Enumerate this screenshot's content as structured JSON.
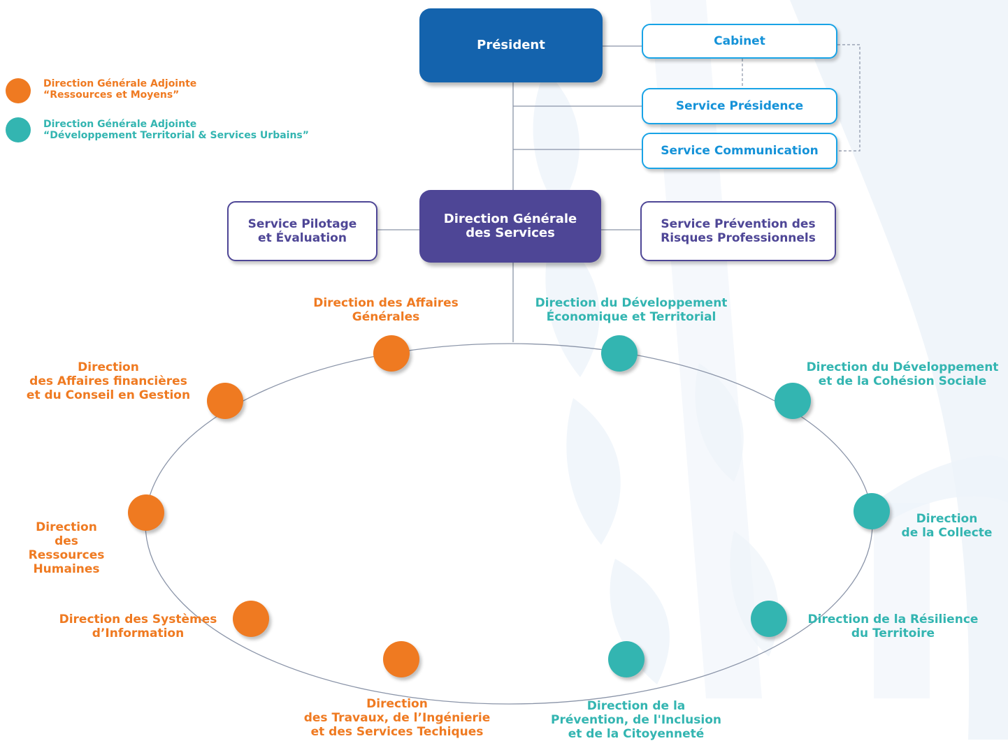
{
  "colors": {
    "president": "#1463ad",
    "dgs": "#4e4696",
    "cabinet_outline": "#18a3e6",
    "orange": "#ef7a21",
    "teal": "#33b5b1",
    "connector": "#8a94a8",
    "watermark": "#eef4fa"
  },
  "legend": [
    {
      "color": "orange",
      "text": "Direction Générale Adjointe\n“Ressources et Moyens”"
    },
    {
      "color": "teal",
      "text": "Direction Générale Adjointe\n“Développement Territorial & Services Urbains”"
    }
  ],
  "top": {
    "president": "Président",
    "cabinet": "Cabinet",
    "service_presidence": "Service Présidence",
    "service_communication": "Service Communication"
  },
  "middle": {
    "dgs": "Direction Générale\ndes Services",
    "pilotage": "Service Pilotage\net Évaluation",
    "prevention": "Service Prévention des\nRisques Professionnels"
  },
  "directions": [
    {
      "id": "affaires-generales",
      "color": "orange",
      "label": "Direction des Affaires\nGénérales"
    },
    {
      "id": "affaires-financieres",
      "color": "orange",
      "label": "Direction\ndes Affaires financières\net du Conseil en Gestion"
    },
    {
      "id": "ressources-humaines",
      "color": "orange",
      "label": "Direction\ndes Ressources\nHumaines"
    },
    {
      "id": "systemes-information",
      "color": "orange",
      "label": "Direction des Systèmes\nd’Information"
    },
    {
      "id": "travaux",
      "color": "orange",
      "label": "Direction\ndes Travaux, de l’Ingénierie\net des Services Techiques"
    },
    {
      "id": "prevention-inclusion",
      "color": "teal",
      "label": "Direction de la\nPrévention, de l'Inclusion\net de la Citoyenneté"
    },
    {
      "id": "resilience",
      "color": "teal",
      "label": "Direction de la Résilience\ndu Territoire"
    },
    {
      "id": "collecte",
      "color": "teal",
      "label": "Direction\nde la Collecte"
    },
    {
      "id": "cohesion-sociale",
      "color": "teal",
      "label": "Direction du Développement\net de la Cohésion Sociale"
    },
    {
      "id": "developpement-economique",
      "color": "teal",
      "label": "Direction du Développement\nÉconomique et Territorial"
    }
  ]
}
